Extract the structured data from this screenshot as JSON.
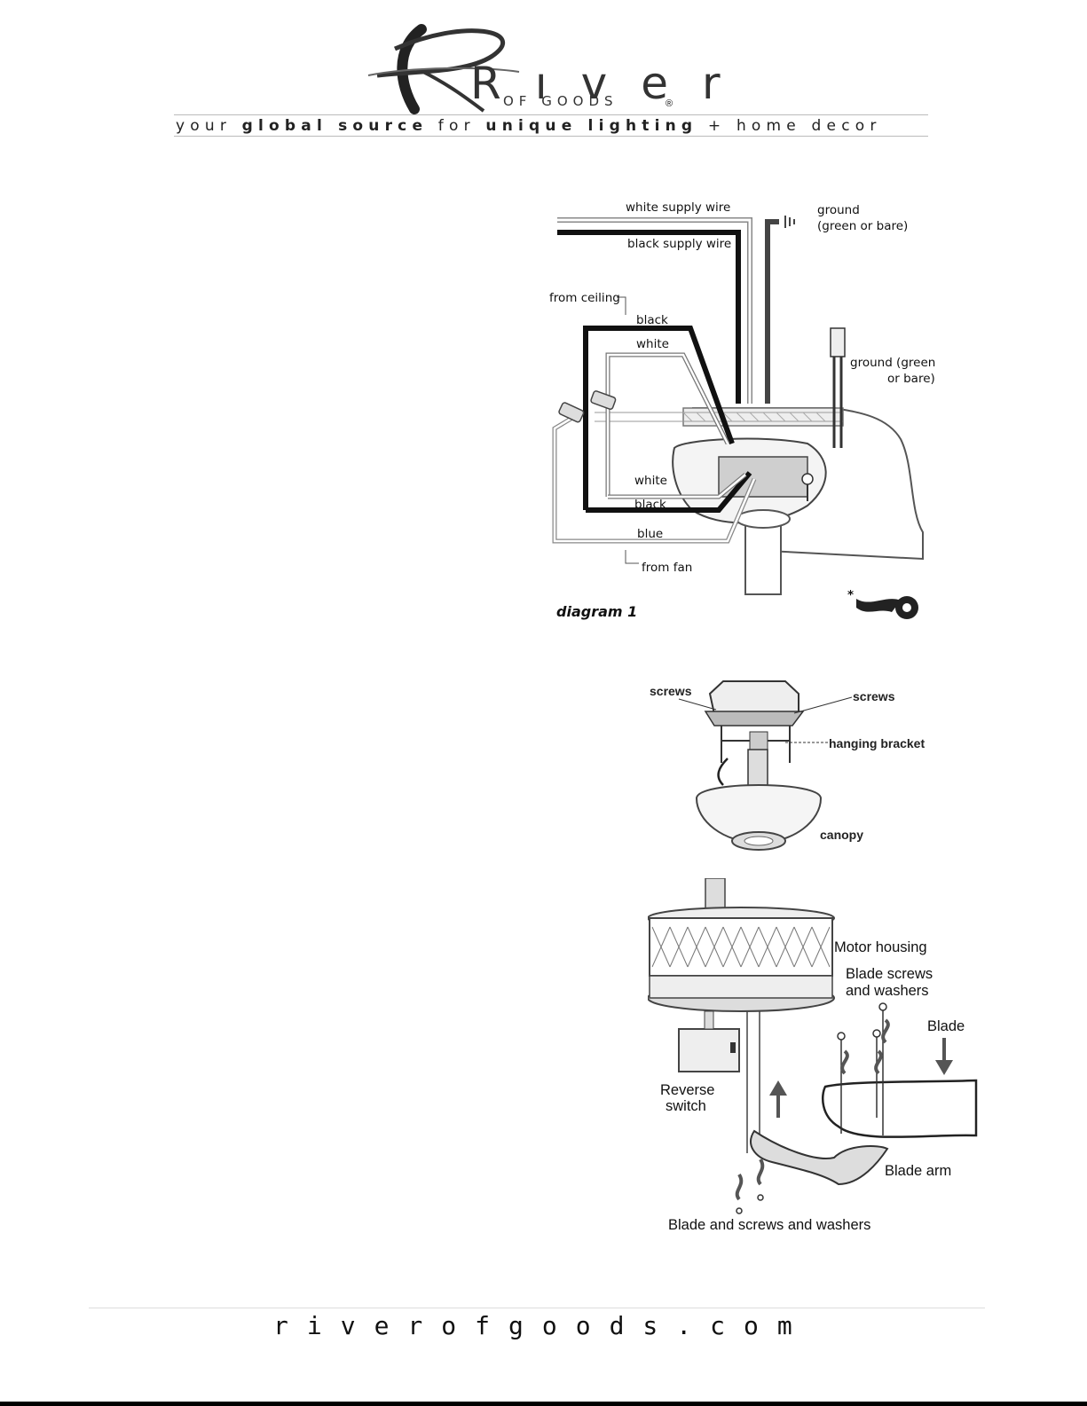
{
  "header": {
    "logo_main": "Rıver",
    "logo_sub": "OF GOODS",
    "logo_reg": "®",
    "tagline_parts": [
      "your ",
      "global source",
      " for ",
      "unique lighting",
      " + home decor"
    ]
  },
  "diagram1": {
    "caption": "diagram 1",
    "labels": {
      "white_supply": "white supply wire",
      "black_supply": "black supply wire",
      "ground_top_1": "ground",
      "ground_top_2": "(green or bare)",
      "from_ceiling": "from ceiling",
      "black_top": "black",
      "white_top": "white",
      "ground_right_1": "ground (green",
      "ground_right_2": "or bare)",
      "white_bottom": "white",
      "black_bottom": "black",
      "blue": "blue",
      "from_fan": "from fan",
      "asterisk": "*"
    }
  },
  "diagram2": {
    "labels": {
      "screws_left": "screws",
      "screws_right": "screws",
      "hanging_bracket": "hanging bracket",
      "canopy": "canopy"
    }
  },
  "diagram3": {
    "labels": {
      "motor_housing": "Motor housing",
      "blade_screws_1": "Blade screws",
      "blade_screws_2": "and washers",
      "blade": "Blade",
      "reverse_1": "Reverse",
      "reverse_2": "switch",
      "blade_arm": "Blade arm",
      "bottom": "Blade and  screws and washers"
    }
  },
  "footer": {
    "url": "riverofgoods.com"
  }
}
